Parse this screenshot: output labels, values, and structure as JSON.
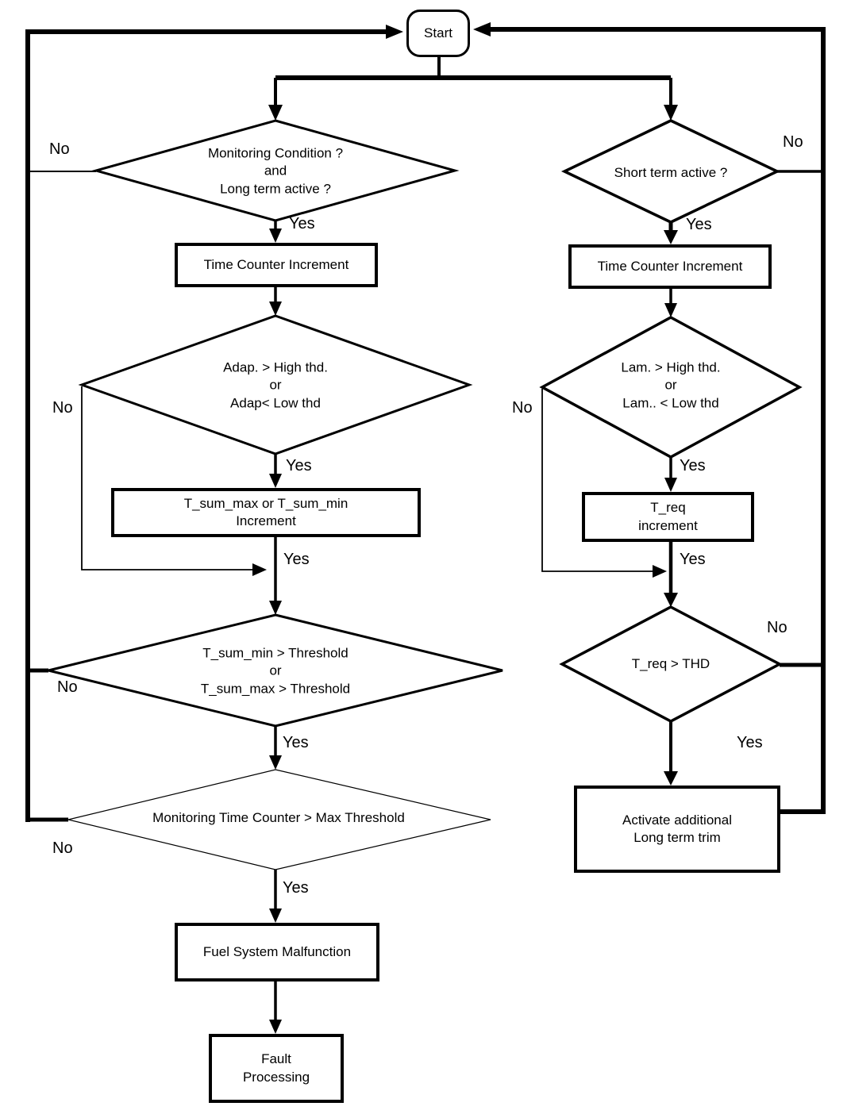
{
  "nodes": {
    "start": "Start",
    "l_d1": "Monitoring  Condition ?\nand\nLong term active ?",
    "l_box1": "Time Counter Increment",
    "l_d2": "Adap. > High thd.\nor\nAdap< Low thd",
    "l_box2": "T_sum_max or  T_sum_min\nIncrement",
    "l_d3": "T_sum_min > Threshold\nor\nT_sum_max > Threshold",
    "l_d4": "Monitoring Time Counter > Max Threshold",
    "l_box3": "Fuel System Malfunction",
    "l_box4": "Fault\nProcessing",
    "r_d1": "Short term active ?",
    "r_box1": "Time Counter Increment",
    "r_d2": "Lam. > High thd.\nor\nLam.. < Low thd",
    "r_box2": "T_req\nincrement",
    "r_d3": "T_req > THD",
    "r_box3": "Activate additional\nLong term trim"
  },
  "labels": {
    "yes": "Yes",
    "no": "No"
  },
  "colors": {
    "line": "#000000",
    "background": "#ffffff",
    "text": "#000000"
  }
}
